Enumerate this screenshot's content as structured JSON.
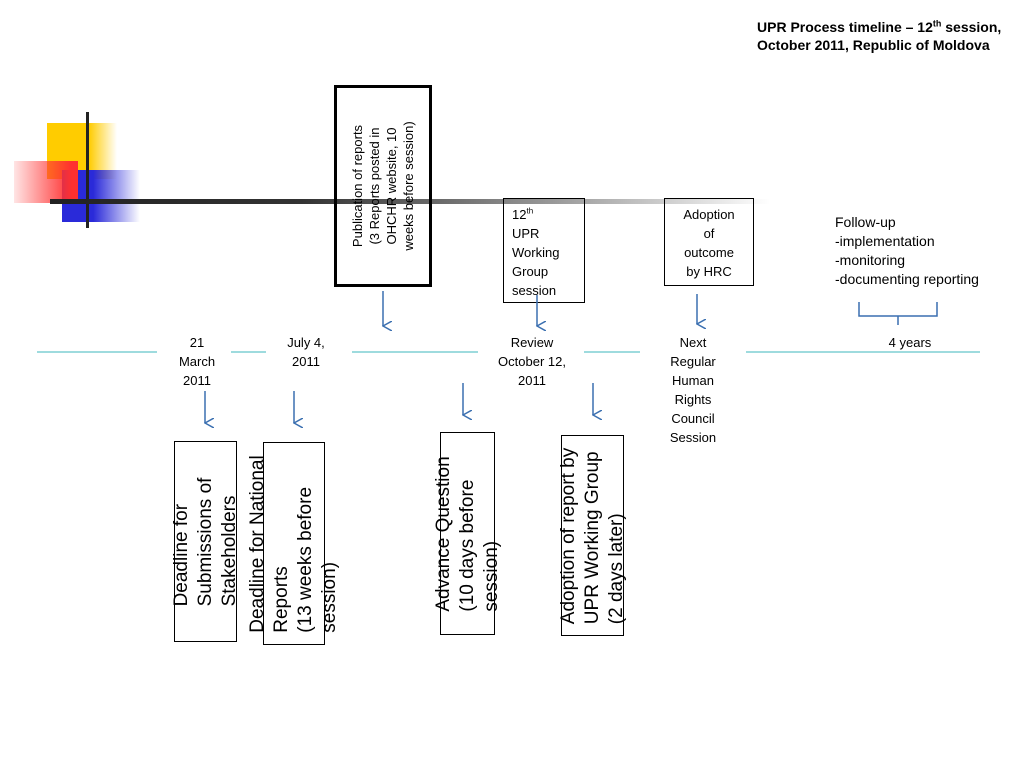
{
  "title": {
    "part1": "UPR Process timeline – 12",
    "sup": "th",
    "part2": " session, October 2011, Republic of Moldova"
  },
  "publication": "Publication of reports\n(3 Reports posted in\nOHCHR website, 10\nweeks before session)",
  "wg_session": {
    "num": "12",
    "sup": "th",
    "rest": "UPR\nWorking\nGroup\nsession"
  },
  "adoption_hrc": "Adoption\nof\noutcome\nby HRC",
  "followup": "Follow-up\n-implementation\n-monitoring\n-documenting reporting",
  "dates": {
    "march": "21\nMarch\n2011",
    "july": "July 4,\n2011",
    "review": "Review\nOctober 12,\n2011",
    "next_session": "Next\nRegular\nHuman\nRights\nCouncil\nSession",
    "years": "4 years"
  },
  "deadlines": {
    "stakeholders": "Deadline for\nSubmissions of\nStakeholders",
    "national": "Deadline for National\nReports\n(13 weeks before\nsession)",
    "advance": "Advance Question\n(10 days before\nsession)",
    "adoption_wg": "Adoption of report by\nUPR Working Group\n(2 days later)"
  },
  "colors": {
    "timeline": "#7ecfd4",
    "arrow": "#3a6fb0",
    "brace": "#3a6fb0",
    "deco_yellow": "#ffcc00",
    "deco_red": "#ff4a4a",
    "deco_blue": "#2a2ad9"
  }
}
